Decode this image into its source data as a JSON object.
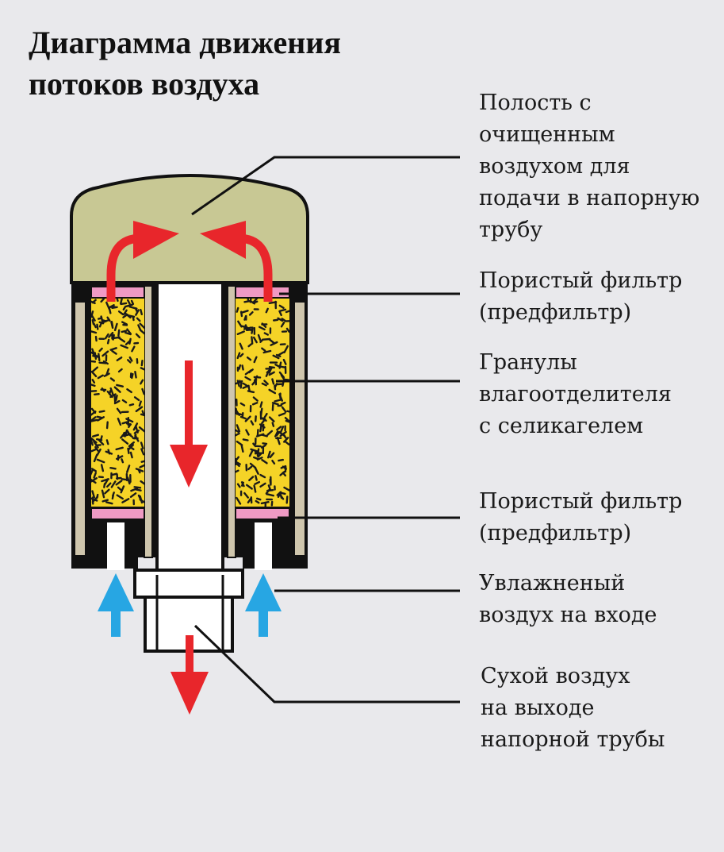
{
  "title": "Диаграмма движения\nпотоков  воздуха",
  "labels": {
    "clean_cavity": "Полость с\nочищенным\nвоздухом для\nподачи в напорную\nтрубу",
    "prefilter_top": "Пористый фильтр\n(предфильтр)",
    "granules": "Гранулы\nвлагоотделителя\nс селикагелем",
    "prefilter_bottom": "Пористый фильтр\n(предфильтр)",
    "humid_inlet": "Увлажненый\nвоздух на входе",
    "dry_outlet": "Сухой воздух\nна выходе\nнапорной трубы"
  },
  "colors": {
    "background": "#e9e9ec",
    "cap": "#c8c894",
    "granules": "#f5d327",
    "prefilter": "#ef9ac4",
    "housing_wall": "#cfc6ad",
    "air_flow_red": "#e8262b",
    "air_flow_blue": "#27a6e3",
    "outline": "#111111"
  }
}
